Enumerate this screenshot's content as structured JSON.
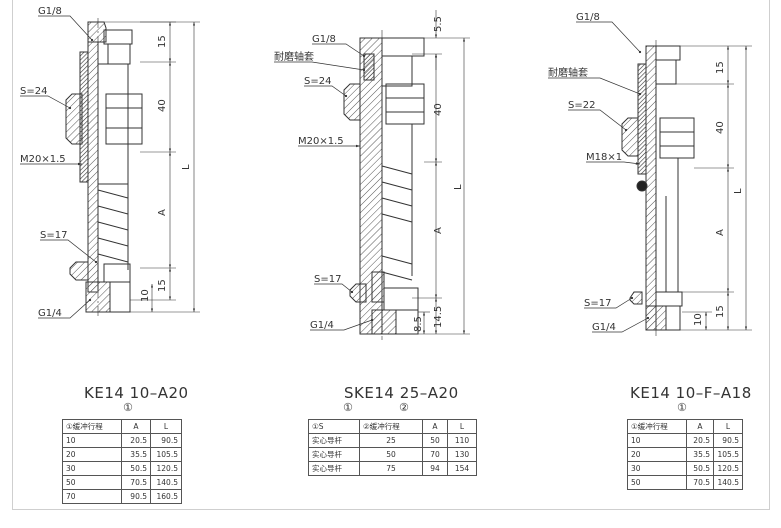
{
  "panels": [
    {
      "title": "KE14 10–A20",
      "marker": "①",
      "callouts": {
        "top_thread": "G1/8",
        "hex_big": "S=24",
        "thread": "M20×1.5",
        "hex_small": "S=17",
        "bottom_thread": "G1/4"
      },
      "dims": {
        "d_top": "15",
        "d_mid": "40",
        "d_a": "A",
        "d_l": "L",
        "d_b1": "10",
        "d_b2": "15"
      },
      "table": {
        "header": [
          "①缓冲行程",
          "A",
          "L"
        ],
        "rows": [
          [
            "10",
            "20.5",
            "90.5"
          ],
          [
            "20",
            "35.5",
            "105.5"
          ],
          [
            "30",
            "50.5",
            "120.5"
          ],
          [
            "50",
            "70.5",
            "140.5"
          ],
          [
            "70",
            "90.5",
            "160.5"
          ]
        ]
      }
    },
    {
      "title": "SKE14 25–A20",
      "markers": [
        "①",
        "②"
      ],
      "callouts": {
        "top_thread": "G1/8",
        "bushing": "耐磨轴套",
        "hex_big": "S=24",
        "thread": "M20×1.5",
        "hex_small": "S=17",
        "bottom_thread": "G1/4"
      },
      "dims": {
        "d_top": "5.5",
        "d_mid": "40",
        "d_a": "A",
        "d_l": "L",
        "d_b1": "8.5",
        "d_b2": "14.5"
      },
      "table": {
        "header": [
          "①S",
          "②缓冲行程",
          "A",
          "L"
        ],
        "rows": [
          [
            "实心导杆",
            "25",
            "50",
            "110"
          ],
          [
            "实心导杆",
            "50",
            "70",
            "130"
          ],
          [
            "实心导杆",
            "75",
            "94",
            "154"
          ]
        ]
      }
    },
    {
      "title": "KE14 10–F–A18",
      "marker": "①",
      "callouts": {
        "top_thread": "G1/8",
        "bushing": "耐磨轴套",
        "hex_big": "S=22",
        "thread": "M18×1",
        "hex_small": "S=17",
        "bottom_thread": "G1/4"
      },
      "dims": {
        "d_top": "15",
        "d_mid": "40",
        "d_a": "A",
        "d_l": "L",
        "d_b1": "10",
        "d_b2": "15"
      },
      "table": {
        "header": [
          "①缓冲行程",
          "A",
          "L"
        ],
        "rows": [
          [
            "10",
            "20.5",
            "90.5"
          ],
          [
            "20",
            "35.5",
            "105.5"
          ],
          [
            "30",
            "50.5",
            "120.5"
          ],
          [
            "50",
            "70.5",
            "140.5"
          ]
        ]
      }
    }
  ]
}
